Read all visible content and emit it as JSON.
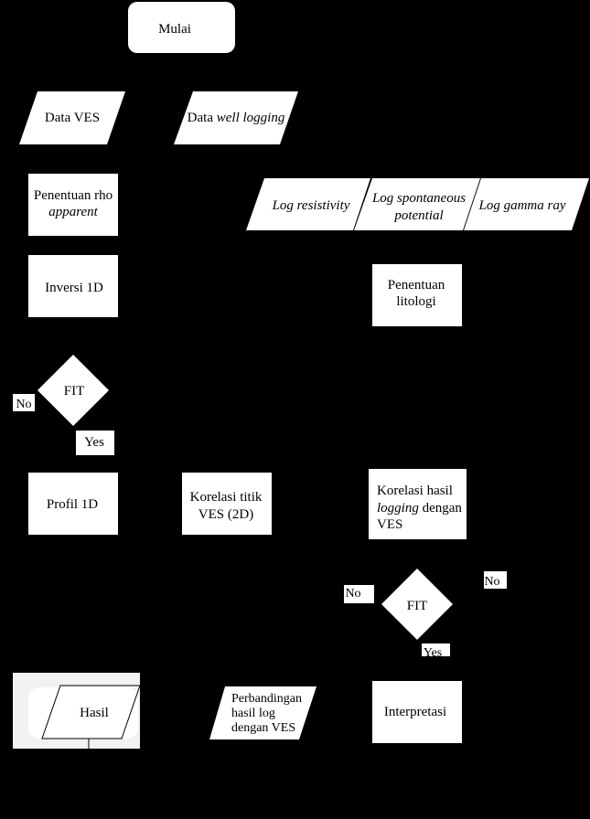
{
  "nodes": {
    "start": "Mulai",
    "data_ves": "Data VES",
    "data_well_prefix": "Data ",
    "data_well_italic": "well logging",
    "rho_line1": "Penentuan rho",
    "rho_line2": "apparent",
    "inversi": "Inversi 1D",
    "fit_left": "FIT",
    "no_left": "No",
    "yes_left": "Yes",
    "profil": "Profil 1D",
    "korelasi_titik_line1": "Korelasi titik",
    "korelasi_titik_line2": "VES (2D)",
    "log_resistivity": "Log resistivity",
    "log_sp_line1": "Log spontaneous",
    "log_sp_line2": "potential",
    "log_gamma": "Log gamma ray",
    "litologi_line1": "Penentuan",
    "litologi_line2": "litologi",
    "korelasi_hasil_line1": "Korelasi hasil",
    "korelasi_hasil_line2_italic": "logging",
    "korelasi_hasil_line2_rest": " dengan",
    "korelasi_hasil_line3": "VES",
    "fit_right": "FIT",
    "no_right_left": "No",
    "no_right_top": "No",
    "yes_right": "Yes",
    "hasil": "Hasil",
    "perbandingan_line1": "Perbandingan",
    "perbandingan_line2": "hasil log",
    "perbandingan_line3": "dengan VES",
    "interpretasi": "Interpretasi"
  },
  "colors": {
    "background": "#000000",
    "shape_fill": "#ffffff",
    "text": "#000000",
    "panel_fill": "#f2f2f2"
  }
}
